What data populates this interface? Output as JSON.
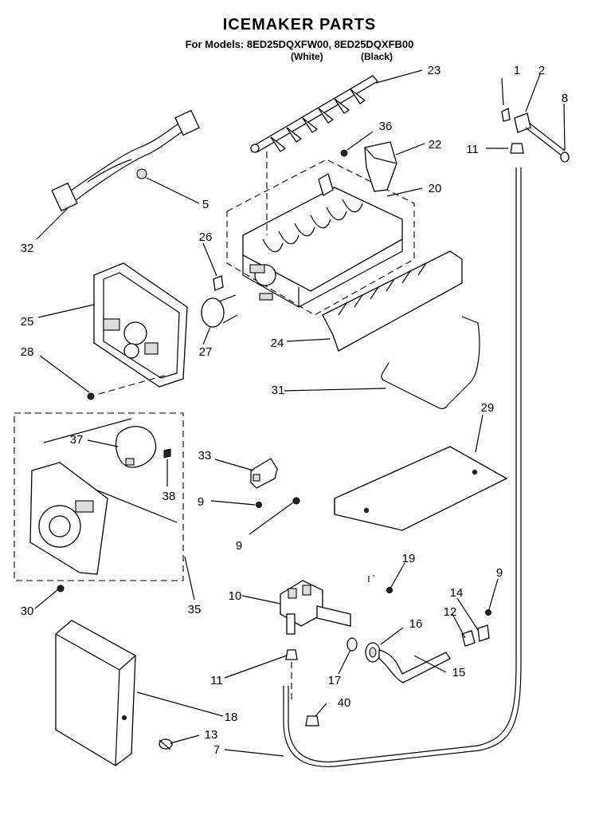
{
  "title": "ICEMAKER PARTS",
  "models_line": "For Models: 8ED25DQXFW00, 8ED25DQXFB00",
  "variant_white": "(White)",
  "variant_black": "(Black)",
  "callouts": {
    "c1": "1",
    "c2": "2",
    "c5": "5",
    "c7": "7",
    "c8": "8",
    "c9a": "9",
    "c9b": "9",
    "c9c": "9",
    "c10": "10",
    "c11a": "11",
    "c11b": "11",
    "c12": "12",
    "c13": "13",
    "c14": "14",
    "c15": "15",
    "c16": "16",
    "c17": "17",
    "c18": "18",
    "c19": "19",
    "c20": "20",
    "c22": "22",
    "c23": "23",
    "c24": "24",
    "c25": "25",
    "c26": "26",
    "c27": "27",
    "c28": "28",
    "c29": "29",
    "c30": "30",
    "c31": "31",
    "c32": "32",
    "c33": "33",
    "c35": "35",
    "c36": "36",
    "c37": "37",
    "c38": "38",
    "c40": "40"
  }
}
